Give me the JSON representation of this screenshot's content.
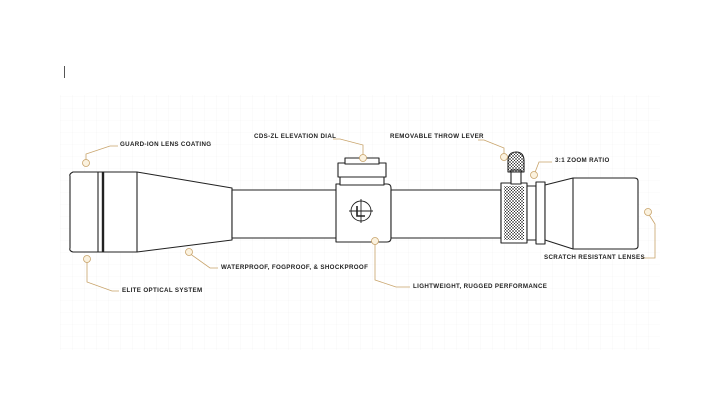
{
  "colors": {
    "background": "#ffffff",
    "grid": "#f1f1f1",
    "outline": "#222222",
    "leader": "#c8a36a",
    "marker_fill": "#fbf2df"
  },
  "callouts": {
    "guard_ion": "GUARD-ION LENS COATING",
    "elevation_dial": "CDS-ZL ELEVATION DIAL",
    "throw_lever": "REMOVABLE THROW LEVER",
    "zoom_ratio": "3:1 ZOOM RATIO",
    "waterproof": "WATERPROOF, FOGPROOF, & SHOCKPROOF",
    "elite_optical": "ELITE OPTICAL SYSTEM",
    "lightweight": "LIGHTWEIGHT, RUGGED PERFORMANCE",
    "scratch_resistant": "SCRATCH RESISTANT LENSES"
  }
}
